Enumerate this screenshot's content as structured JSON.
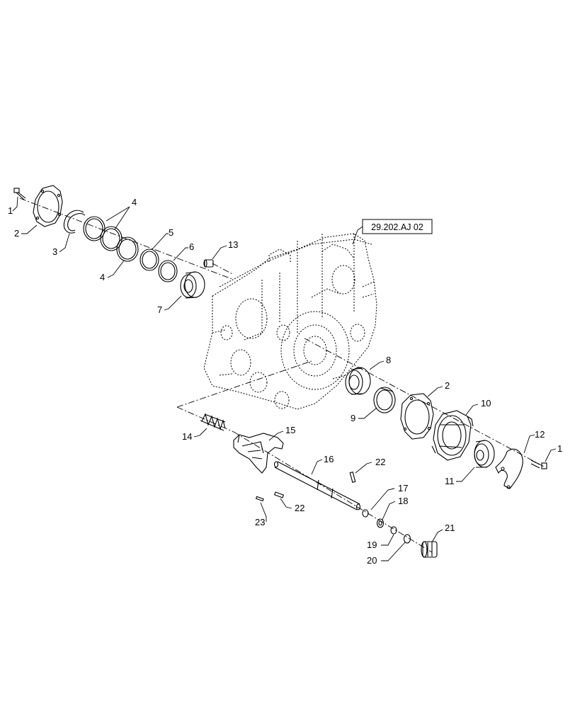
{
  "diagram": {
    "reference_label": "29.202.AJ 02",
    "callouts": {
      "c1a": "1",
      "c2a": "2",
      "c3": "3",
      "c4a": "4",
      "c4b": "4",
      "c5": "5",
      "c6": "6",
      "c7": "7",
      "c13": "13",
      "c8": "8",
      "c9": "9",
      "c2b": "2",
      "c10": "10",
      "c11": "11",
      "c12": "12",
      "c1b": "1",
      "c14": "14",
      "c15": "15",
      "c16": "16",
      "c22a": "22",
      "c22b": "22",
      "c23": "23",
      "c17": "17",
      "c18": "18",
      "c19": "19",
      "c20": "20",
      "c21": "21"
    }
  }
}
